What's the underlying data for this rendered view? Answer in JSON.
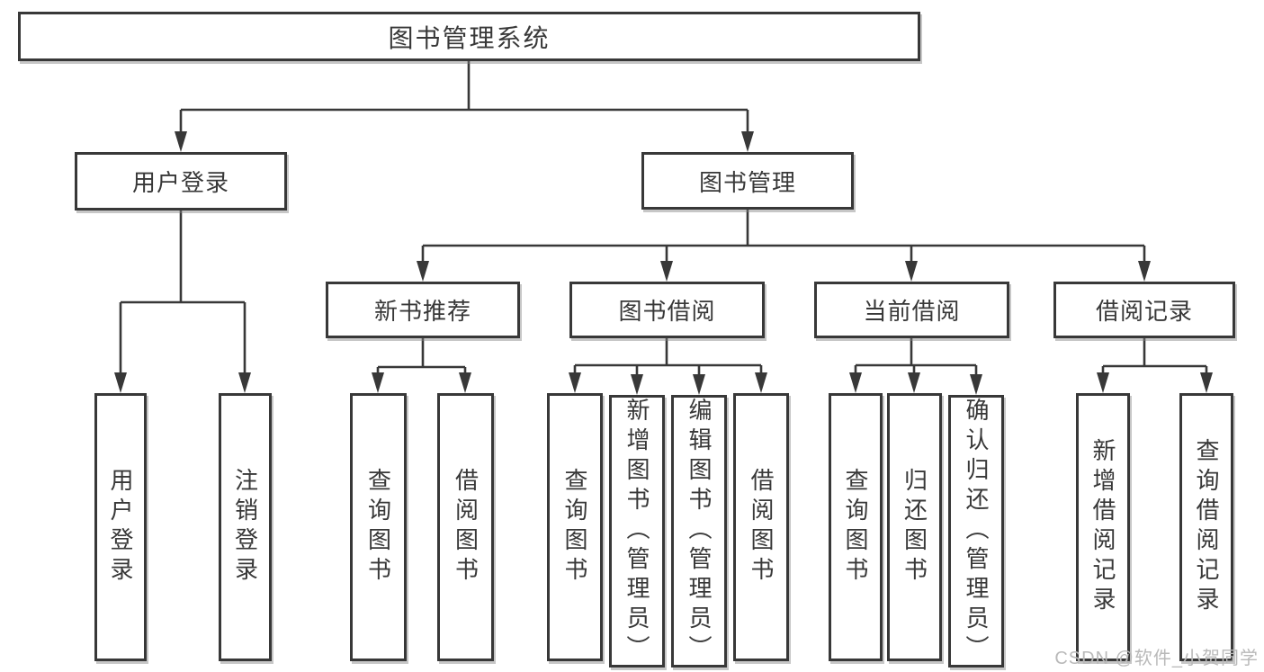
{
  "tree": {
    "root": {
      "label": "图书管理系统",
      "children": [
        {
          "label": "用户登录",
          "children": [
            {
              "label": "用户登录"
            },
            {
              "label": "注销登录"
            }
          ]
        },
        {
          "label": "图书管理",
          "children": [
            {
              "label": "新书推荐",
              "children": [
                {
                  "label": "查询图书"
                },
                {
                  "label": "借阅图书"
                }
              ]
            },
            {
              "label": "图书借阅",
              "children": [
                {
                  "label": "查询图书"
                },
                {
                  "label": "新增图书（管理员）"
                },
                {
                  "label": "编辑图书（管理员）"
                },
                {
                  "label": "借阅图书"
                }
              ]
            },
            {
              "label": "当前借阅",
              "children": [
                {
                  "label": "查询图书"
                },
                {
                  "label": "归还图书"
                },
                {
                  "label": "确认归还（管理员）"
                }
              ]
            },
            {
              "label": "借阅记录",
              "children": [
                {
                  "label": "新增借阅记录"
                },
                {
                  "label": "查询借阅记录"
                }
              ]
            }
          ]
        }
      ]
    }
  },
  "colors": {
    "line": "#383838",
    "text": "#383838",
    "watermark": "#b9b9b9",
    "background": "#ffffff"
  },
  "watermark": "CSDN @软件_小贺同学"
}
